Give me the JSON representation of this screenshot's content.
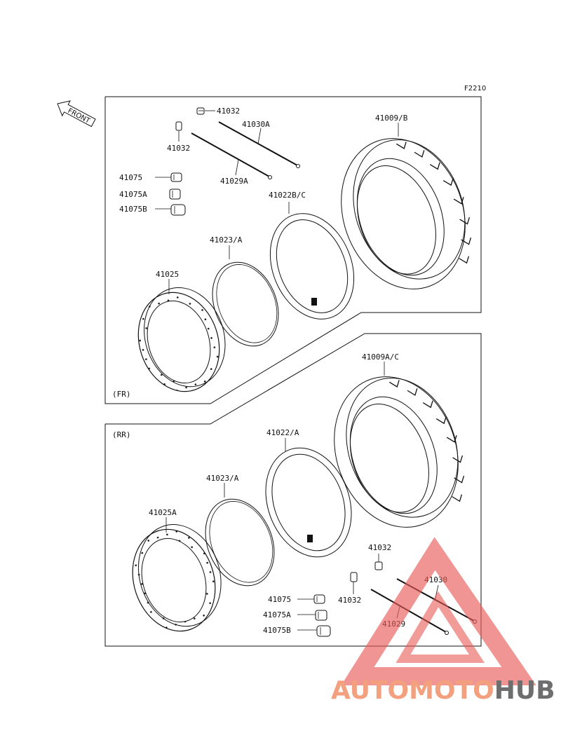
{
  "figure_code": "F2210",
  "front_label": "FRONT",
  "sections": {
    "front": "(FR)",
    "rear": "(RR)"
  },
  "parts_front": {
    "p41032_a": "41032",
    "p41032_b": "41032",
    "p41030A": "41030A",
    "p41029A": "41029A",
    "p41075": "41075",
    "p41075A": "41075A",
    "p41075B": "41075B",
    "p41022BC": "41022B/C",
    "p41023A": "41023/A",
    "p41025": "41025",
    "p41009B": "41009/B"
  },
  "parts_rear": {
    "p41009AC": "41009A/C",
    "p41022A": "41022/A",
    "p41023A": "41023/A",
    "p41025A": "41025A",
    "p41032_a": "41032",
    "p41032_b": "41032",
    "p41030": "41030",
    "p41029": "41029",
    "p41075": "41075",
    "p41075A": "41075A",
    "p41075B": "41075B"
  },
  "watermark": {
    "part1": "AUTOMOTO",
    "part2": "HUB",
    "color1": "#f3a07f",
    "color2": "#6e6e6e",
    "triangle_color": "#e85a55"
  }
}
